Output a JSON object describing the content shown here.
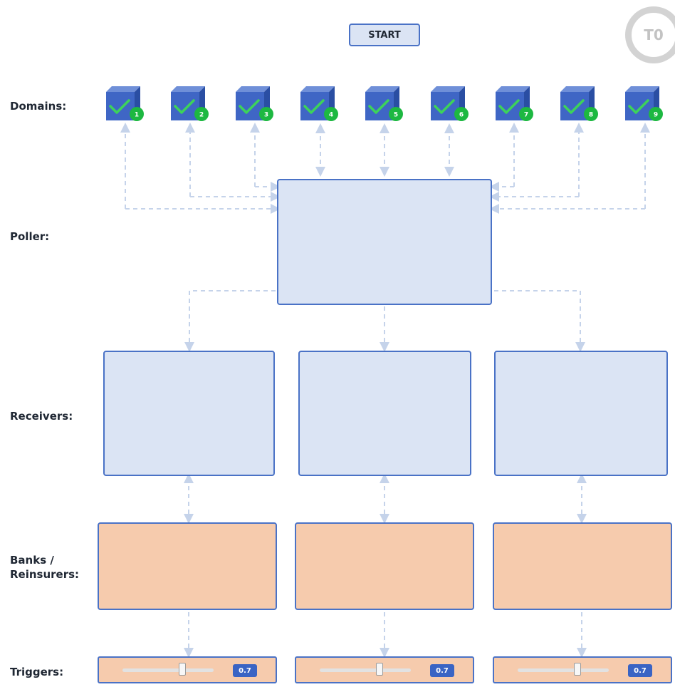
{
  "start_button": "START",
  "timer_label": "T0",
  "labels": {
    "domains": "Domains:",
    "poller": "Poller:",
    "receivers": "Receivers:",
    "banks": "Banks /\nReinsurers:",
    "triggers": "Triggers:"
  },
  "domains": [
    {
      "badge": "1"
    },
    {
      "badge": "2"
    },
    {
      "badge": "3"
    },
    {
      "badge": "4"
    },
    {
      "badge": "5"
    },
    {
      "badge": "6"
    },
    {
      "badge": "7"
    },
    {
      "badge": "8"
    },
    {
      "badge": "9"
    }
  ],
  "triggers": [
    {
      "value": "0.7",
      "slider_level": 0.7
    },
    {
      "value": "0.7",
      "slider_level": 0.7
    },
    {
      "value": "0.7",
      "slider_level": 0.7
    }
  ],
  "colors": {
    "box_fill": "#dbe4f4",
    "box_border": "#4a72c6",
    "bank_fill": "#f6cbad",
    "cube_front": "#3f66c5",
    "check_green": "#1db841",
    "connector": "#c5d3ea"
  },
  "icons": {
    "domain": "cube-check-icon",
    "timer": "timer-ring-icon"
  }
}
